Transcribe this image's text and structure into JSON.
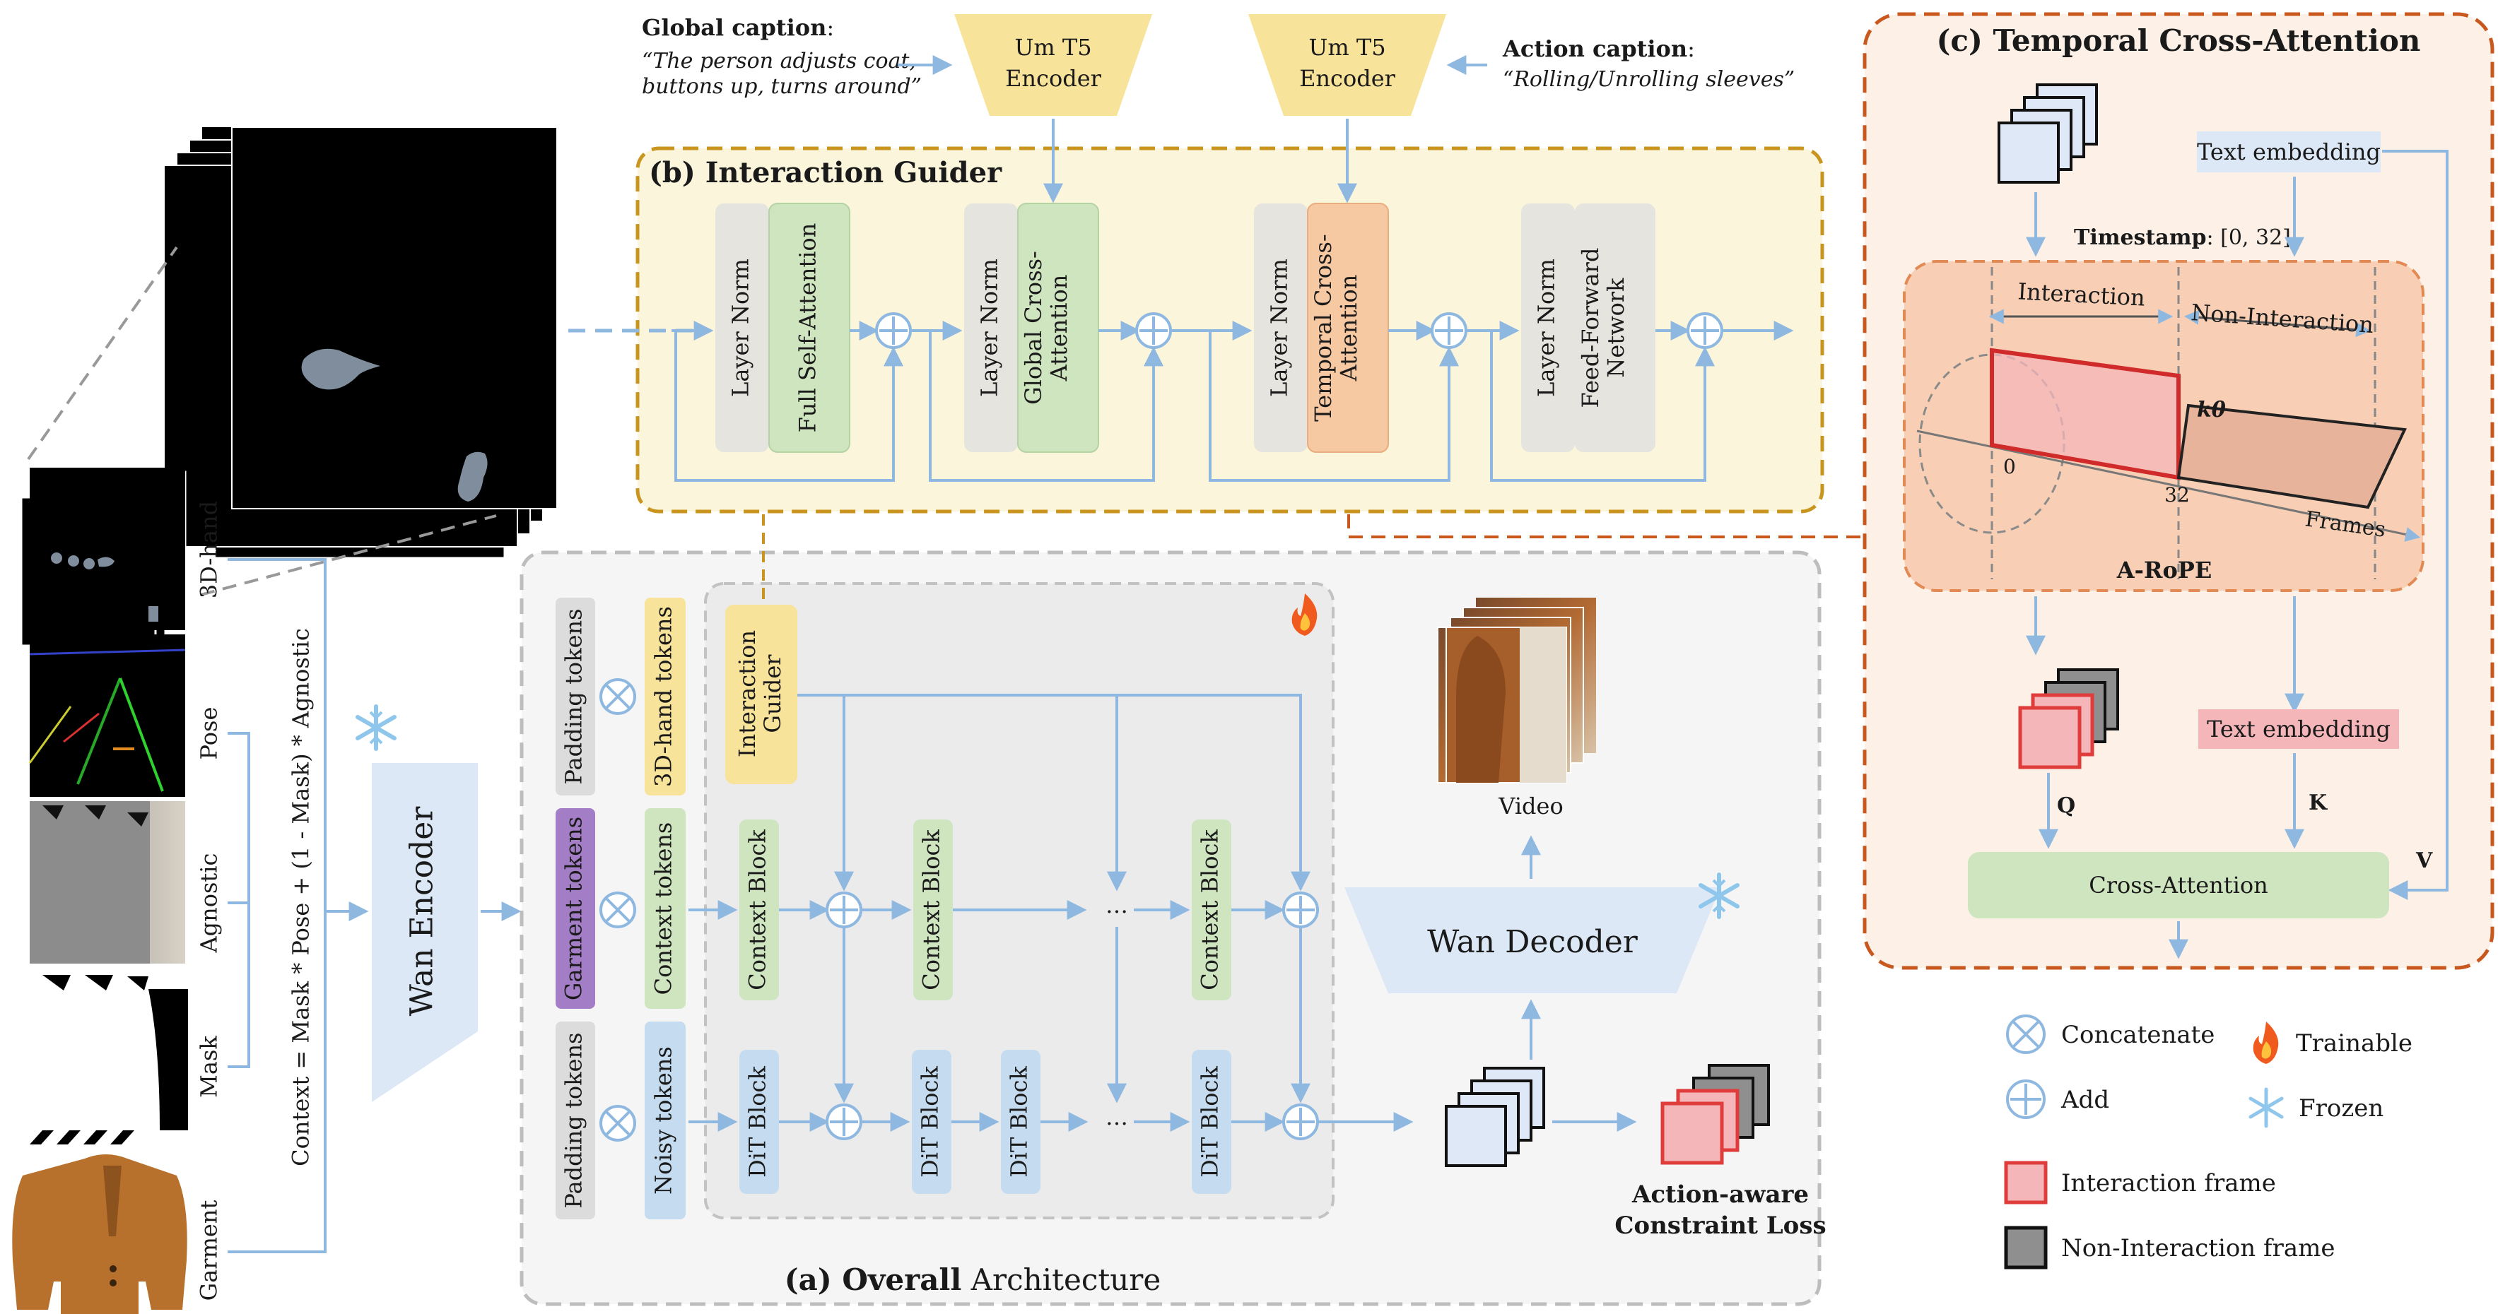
{
  "title_b": "(b) Interaction Guider",
  "title_a_prefix": "(a) Overall",
  "title_a_suffix": " Architecture",
  "title_c": "(c) Temporal Cross-Attention",
  "captions": {
    "global_label": "Global caption",
    "global_colon": ":",
    "global_line1": "“The person adjusts coat,",
    "global_line2": "buttons up, turns around”",
    "action_label": "Action caption",
    "action_colon": ":",
    "action_line1": "“Rolling/Unrolling sleeves”"
  },
  "encoders": {
    "line1": "Um T5",
    "line2": "Encoder"
  },
  "guider_blocks": {
    "layer_norm": "Layer Norm",
    "full_self_attention": "Full Self-Attention",
    "global_cross_1": "Global Cross-",
    "global_cross_2": "Attention",
    "temporal_cross_1": "Temporal Cross-",
    "temporal_cross_2": "Attention",
    "ffn_1": "Feed-Forward",
    "ffn_2": "Network"
  },
  "inputs": {
    "hand": "3D-hand",
    "pose": "Pose",
    "agnostic": "Agnostic",
    "mask": "Mask",
    "garment": "Garment",
    "context_formula": "Context = Mask * Pose + (1 - Mask) * Agnostic"
  },
  "wan_encoder": "Wan Encoder",
  "wan_decoder": "Wan Decoder",
  "tokens": {
    "padding": "Padding tokens",
    "hand_tokens": "3D-hand tokens",
    "garment_tokens": "Garment tokens",
    "context_tokens": "Context tokens",
    "noisy_tokens": "Noisy tokens"
  },
  "blocks": {
    "interaction_guider_1": "Interaction",
    "interaction_guider_2": "Guider",
    "context_block": "Context Block",
    "dit_block": "DiT Block",
    "ellipsis": "…"
  },
  "video_label": "Video",
  "loss_line1": "Action-aware",
  "loss_line2": "Constraint Loss",
  "temporal": {
    "text_embedding": "Text embedding",
    "timestamp_label": "Timestamp",
    "timestamp_value": ": [0, 32]",
    "interaction": "Interaction",
    "non_interaction": "Non-Interaction",
    "k_theta": "kθ",
    "zero": "0",
    "thirty_two": "32",
    "frames": "Frames",
    "arope": "A-RoPE",
    "q": "Q",
    "k": "K",
    "v": "V",
    "cross_attention": "Cross-Attention"
  },
  "legend": {
    "concatenate": "Concatenate",
    "add": "Add",
    "trainable": "Trainable",
    "frozen": "Frozen",
    "interaction_frame": "Interaction frame",
    "non_interaction_frame": "Non-Interaction frame"
  },
  "colors": {
    "arrow": "#9ec4e6",
    "guider_bg": "#fbf5dc",
    "guider_border": "#c9951e",
    "overall_border": "#bdbdbd",
    "temporal_border": "#c9581e",
    "temporal_bg": "#fdf1e7",
    "arope_bg": "#f8cfb4",
    "layer_norm": "#e6e4df",
    "green_block": "#cfe5c0",
    "orange_block": "#f6c9a3",
    "yellow": "#f8e39a",
    "purple": "#a37dc6",
    "blue_block": "#c5dcf0",
    "pink": "#f4b6b9",
    "frame_red": "#e03c3c"
  }
}
